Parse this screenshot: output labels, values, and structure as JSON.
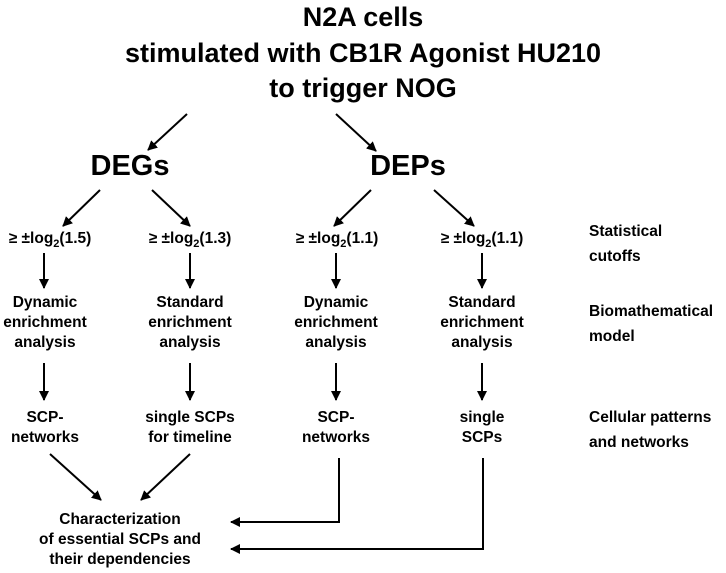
{
  "title": {
    "line1": "N2A  cells",
    "line2": "stimulated with CB1R Agonist HU210",
    "line3": "to trigger NOG"
  },
  "groups": {
    "degs": "DEGs",
    "deps": "DEPs"
  },
  "cutoffs": [
    {
      "prefix": "≥ ±log",
      "sub": "2",
      "value": "(1.5)"
    },
    {
      "prefix": "≥ ±log",
      "sub": "2",
      "value": "(1.3)"
    },
    {
      "prefix": "≥ ±log",
      "sub": "2",
      "value": "(1.1)"
    },
    {
      "prefix": "≥ ±log",
      "sub": "2",
      "value": "(1.1)"
    }
  ],
  "models": [
    {
      "l1": "Dynamic",
      "l2": "enrichment",
      "l3": "analysis"
    },
    {
      "l1": "Standard",
      "l2": "enrichment",
      "l3": "analysis"
    },
    {
      "l1": "Dynamic",
      "l2": "enrichment",
      "l3": "analysis"
    },
    {
      "l1": "Standard",
      "l2": "enrichment",
      "l3": "analysis"
    }
  ],
  "outputs": [
    {
      "l1": "SCP-",
      "l2": "networks"
    },
    {
      "l1": "single SCPs",
      "l2": "for timeline"
    },
    {
      "l1": "SCP-",
      "l2": "networks"
    },
    {
      "l1": "single",
      "l2": "SCPs"
    }
  ],
  "final": {
    "l1": "Characterization",
    "l2": "of essential SCPs and",
    "l3": "their dependencies"
  },
  "side_labels": {
    "statistical": {
      "l1": "Statistical",
      "l2": "cutoffs"
    },
    "model": {
      "l1": "Biomathematical",
      "l2": "model"
    },
    "patterns": {
      "l1": "Cellular patterns",
      "l2": "and networks"
    }
  }
}
